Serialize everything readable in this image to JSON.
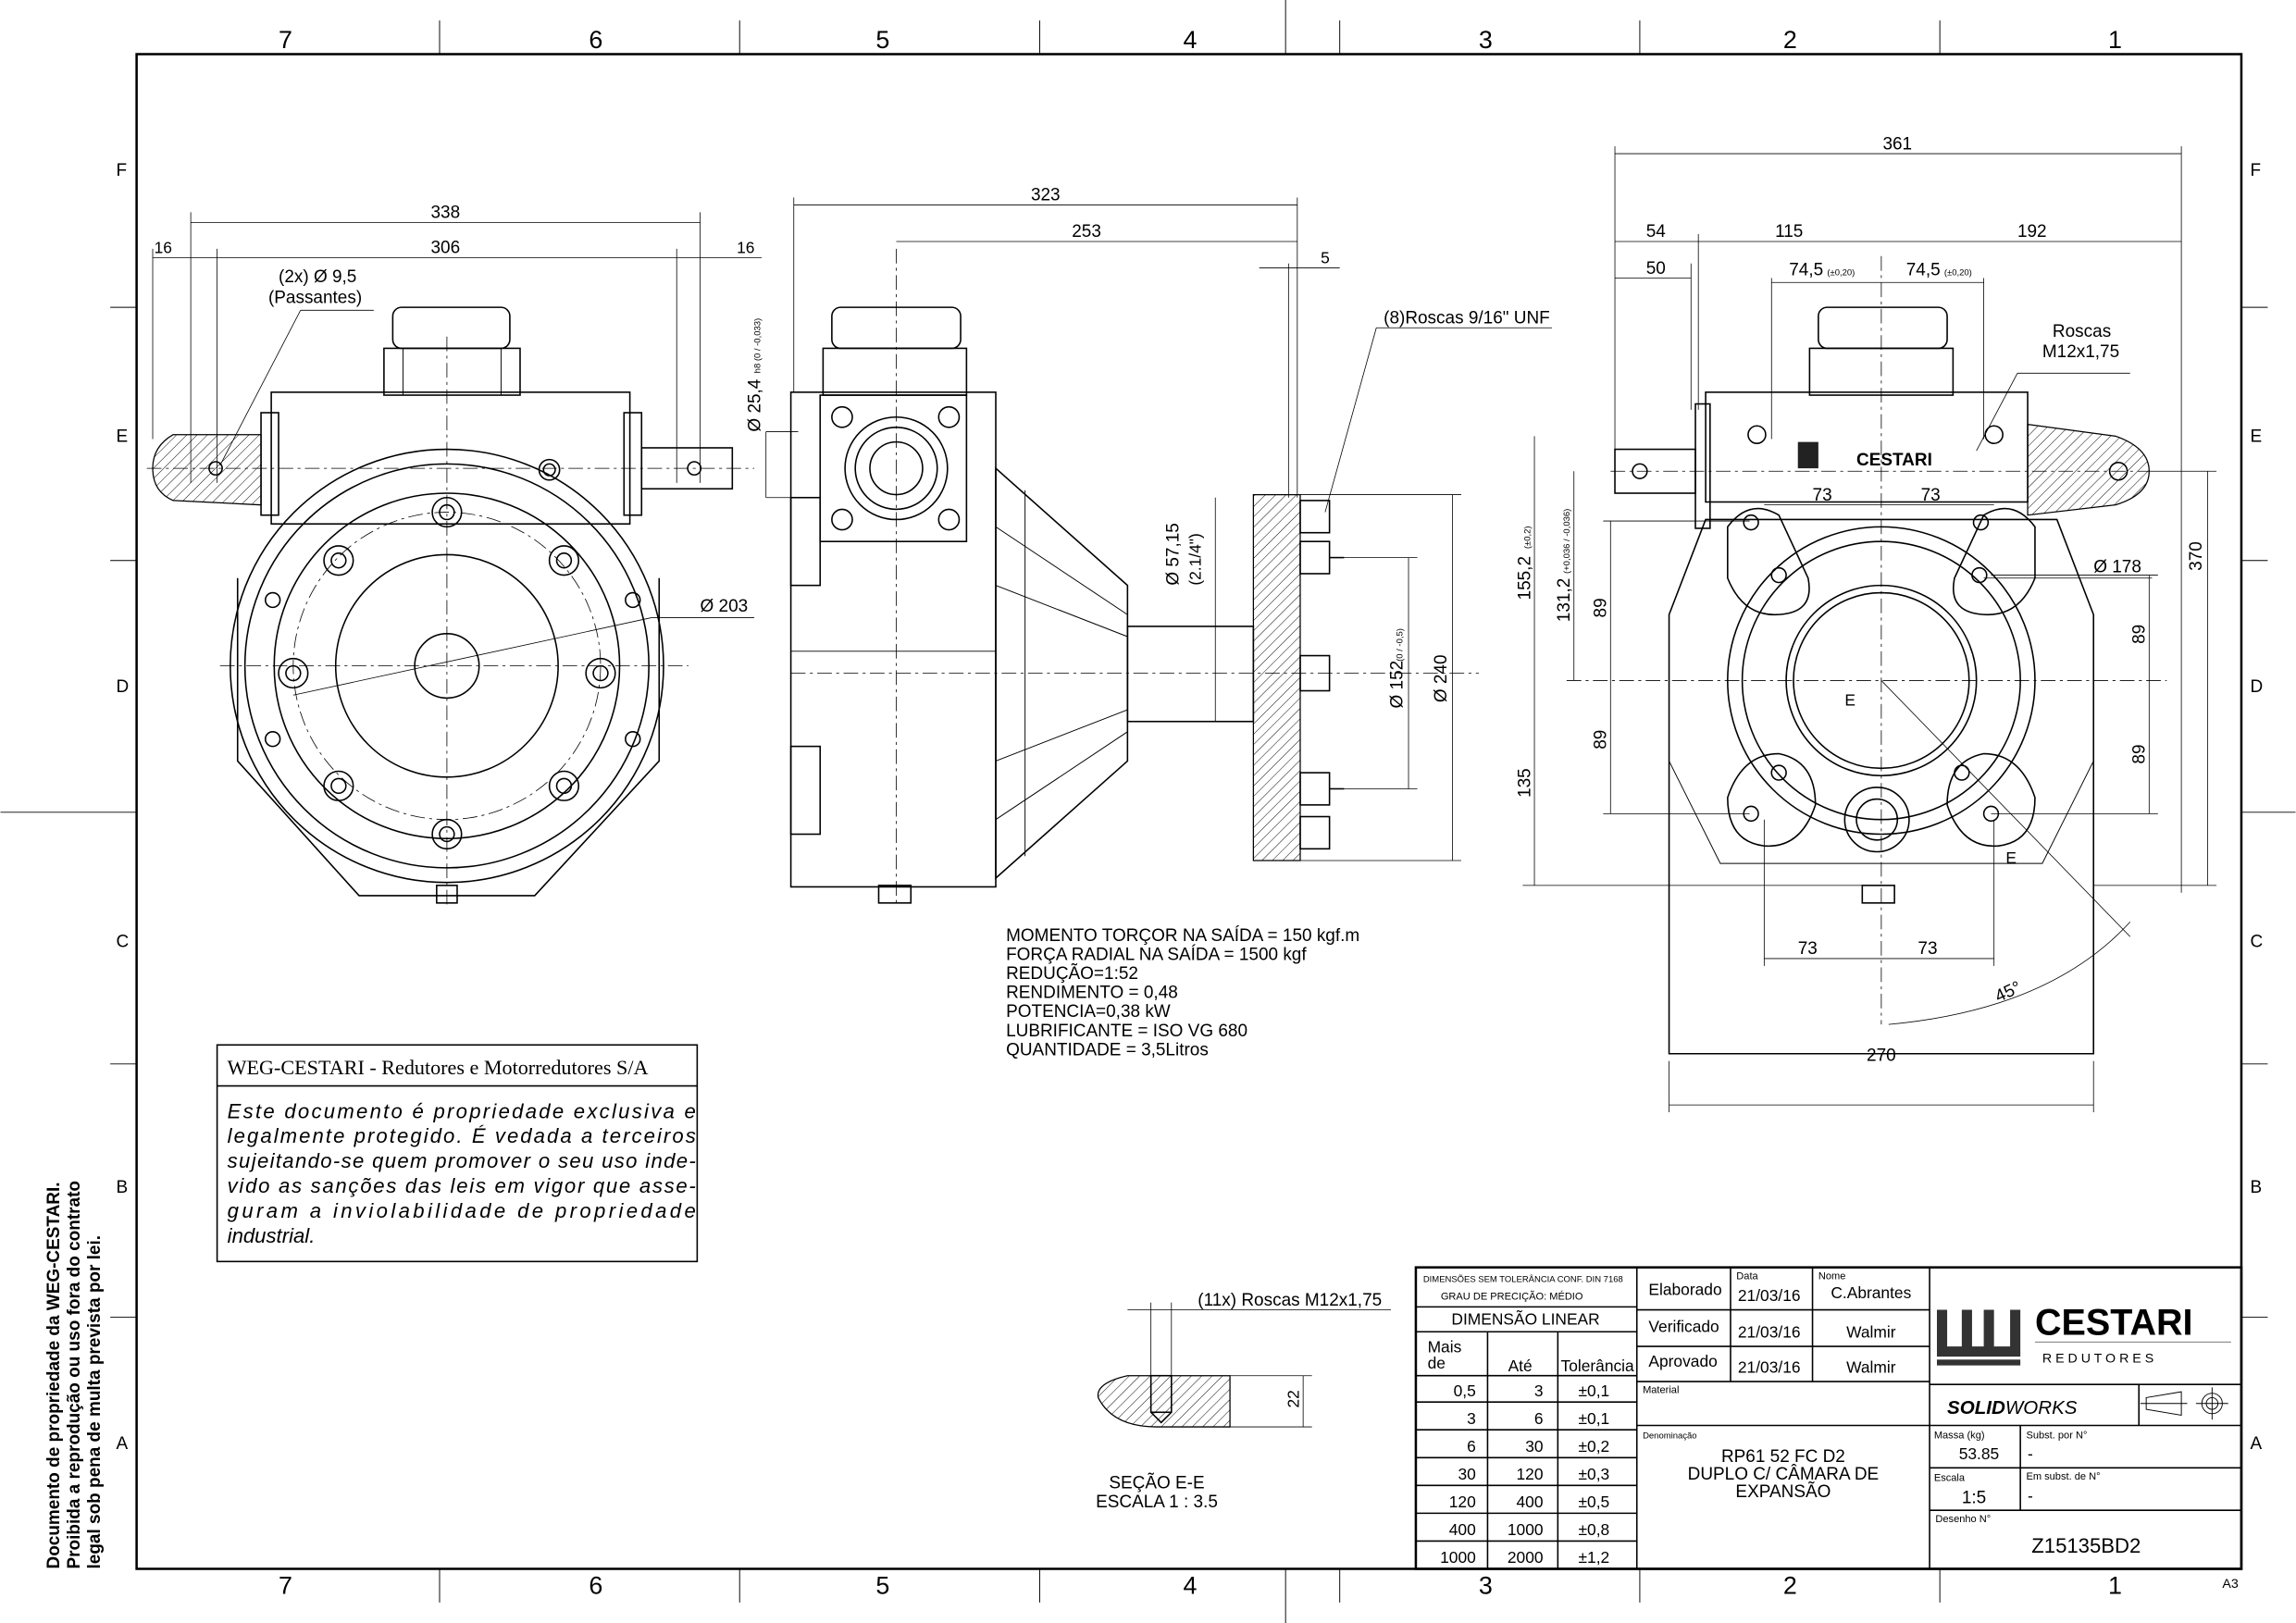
{
  "sheet": {
    "size": "A3",
    "zones_cols": [
      "7",
      "6",
      "5",
      "4",
      "3",
      "2",
      "1"
    ],
    "zones_rows": [
      "F",
      "E",
      "D",
      "C",
      "B",
      "A"
    ]
  },
  "side_notice": [
    "Documento de propriedade da WEG-CESTARI.",
    "Proibida a reprodução ou uso fora do contrato",
    "legal sob pena de multa prevista por lei."
  ],
  "front_view": {
    "d338": "338",
    "d306": "306",
    "d16_left": "16",
    "d16_right": "16",
    "holes": "(2x) Ø 9,5",
    "holes_note": "(Passantes)",
    "d203": "Ø 203"
  },
  "side_view": {
    "d323": "323",
    "d253": "253",
    "d5": "5",
    "shaft_dia": "Ø 25,4",
    "shaft_tol": "h8 (0 / -0,033)",
    "threads": "(8)Roscas 9/16\" UNF",
    "d57": "Ø 57,15",
    "d57_inch": "(2.1/4\")",
    "d152": "Ø 152",
    "d152_tol": "(0 / -0,5)",
    "d240": "Ø 240"
  },
  "right_view": {
    "d361": "361",
    "d54": "54",
    "d115": "115",
    "d192": "192",
    "d50": "50",
    "d74_left": "74,5",
    "d74_left_tol": "(±0,20)",
    "d74_right": "74,5",
    "d74_right_tol": "(±0,20)",
    "threads_1": "Roscas",
    "threads_2": "M12x1,75",
    "logo_text": "CESTARI",
    "d73_top_left": "73",
    "d73_top_right": "73",
    "d73_bottom_left": "73",
    "d73_bottom_right": "73",
    "d178": "Ø 178",
    "d370": "370",
    "d155": "155,2",
    "d155_tol": "(±0,2)",
    "d131": "131,2",
    "d131_tol": "(+0,036 / -0,036)",
    "d89_l1": "89",
    "d89_l2": "89",
    "d89_r1": "89",
    "d89_r2": "89",
    "d135": "135",
    "section_mark_1": "E",
    "section_mark_2": "E",
    "angle": "45°",
    "d270": "270"
  },
  "section": {
    "threads": "(11x) Roscas M12x1,75",
    "d22": "22",
    "title": "SEÇÃO E-E",
    "scale": "ESCALA 1 : 3.5"
  },
  "specs": [
    "MOMENTO TORÇOR NA SAÍDA = 150 kgf.m",
    "FORÇA RADIAL NA SAÍDA = 1500 kgf",
    "REDUÇÃO=1:52",
    "RENDIMENTO = 0,48",
    "POTENCIA=0,38 kW",
    "LUBRIFICANTE = ISO VG 680",
    "QUANTIDADE = 3,5Litros"
  ],
  "ownership_box": {
    "title": "WEG-CESTARI - Redutores e Motorredutores S/A",
    "lines": [
      "Este documento é propriedade exclusiva e",
      "legalmente protegido. É vedada a terceiros",
      "sujeitando-se quem promover o seu uso inde-",
      "vido as sanções das leis em vigor que asse-",
      "guram a inviolabilidade de propriedade",
      "industrial."
    ]
  },
  "title_block": {
    "tol_header_1": "DIMENSÕES SEM TOLERÂNCIA CONF. DIN 7168",
    "tol_header_2": "GRAU DE PRECIÇÃO: MÉDIO",
    "linear": "DIMENSÃO LINEAR",
    "col_from": [
      "Mais",
      "de"
    ],
    "col_to": "Até",
    "col_tol": "Tolerância",
    "rows": [
      [
        "0,5",
        "3",
        "±0,1"
      ],
      [
        "3",
        "6",
        "±0,1"
      ],
      [
        "6",
        "30",
        "±0,2"
      ],
      [
        "30",
        "120",
        "±0,3"
      ],
      [
        "120",
        "400",
        "±0,5"
      ],
      [
        "400",
        "1000",
        "±0,8"
      ],
      [
        "1000",
        "2000",
        "±1,2"
      ]
    ],
    "date_label": "Data",
    "name_label": "Nome",
    "approvals": [
      {
        "role": "Elaborado",
        "date": "21/03/16",
        "name": "C.Abrantes"
      },
      {
        "role": "Verificado",
        "date": "21/03/16",
        "name": "Walmir"
      },
      {
        "role": "Aprovado",
        "date": "21/03/16",
        "name": "Walmir"
      }
    ],
    "material_label": "Material",
    "denomination_label": "Denominação",
    "denomination": [
      "RP61  52 FC D2",
      "DUPLO C/ CÂMARA DE",
      "EXPANSÃO"
    ],
    "logo_brand": "CESTARI",
    "logo_weg": "WEG",
    "logo_sub": "R E D U T O R E S",
    "cad": {
      "bold": "SOLID",
      "light": "WORKS"
    },
    "mass_label": "Massa (kg)",
    "mass": "53.85",
    "scale_label": "Escala",
    "scale": "1:5",
    "subst_by_label": "Subst. por N°",
    "subst_by": "-",
    "subst_of_label": "Em subst. de N°",
    "subst_of": "-",
    "drawing_no_label": "Desenho N°",
    "drawing_no": "Z15135BD2"
  }
}
